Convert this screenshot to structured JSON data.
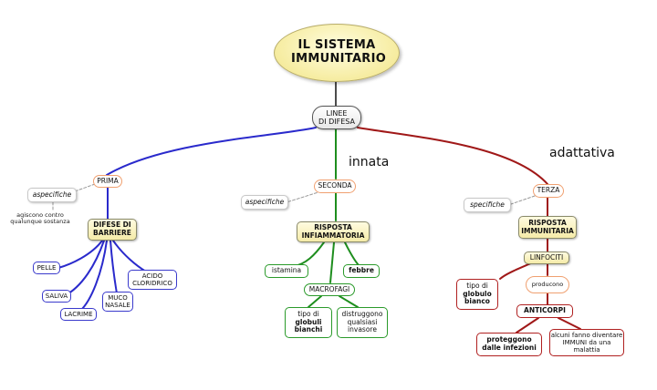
{
  "title": "IL SISTEMA IMMUNITARIO",
  "root": {
    "line1": "LINEE",
    "line2": "DI DIFESA"
  },
  "labels": {
    "innata": "innata",
    "adattativa": "adattativa"
  },
  "first": {
    "name": "PRIMA",
    "aspecifiche": "aspecifiche",
    "note": "agiscono contro qualunque sostanza",
    "concept": "DIFESE DI BARRIERE",
    "items": [
      "PELLE",
      "SALIVA",
      "LACRIME",
      "MUCO NASALE",
      "ACIDO CLORIDRICO"
    ]
  },
  "second": {
    "name": "SECONDA",
    "aspecifiche": "aspecifiche",
    "concept": "RISPOSTA INFIAMMATORIA",
    "istamina": "istamina",
    "febbre": "febbre",
    "macrofagi": "MACROFAGI",
    "tipo_prefix": "tipo di",
    "tipo_bold": "globuli bianchi",
    "distruggono": "distruggono qualsiasi invasore"
  },
  "third": {
    "name": "TERZA",
    "specifiche": "specifiche",
    "concept": "RISPOSTA IMMUNITARIA",
    "linfociti": "LINFOCITI",
    "tipo_prefix": "tipo di",
    "tipo_bold": "globulo bianco",
    "producono": "producono",
    "anticorpi": "ANTICORPI",
    "proteggono": "proteggono dalle infezioni",
    "immuni": "alcuni fanno diventare IMMUNI da una malattia"
  },
  "colors": {
    "blue": "#2a2acc",
    "green": "#1e8e1e",
    "red": "#a01818",
    "title_fill": "#f6eca0"
  }
}
